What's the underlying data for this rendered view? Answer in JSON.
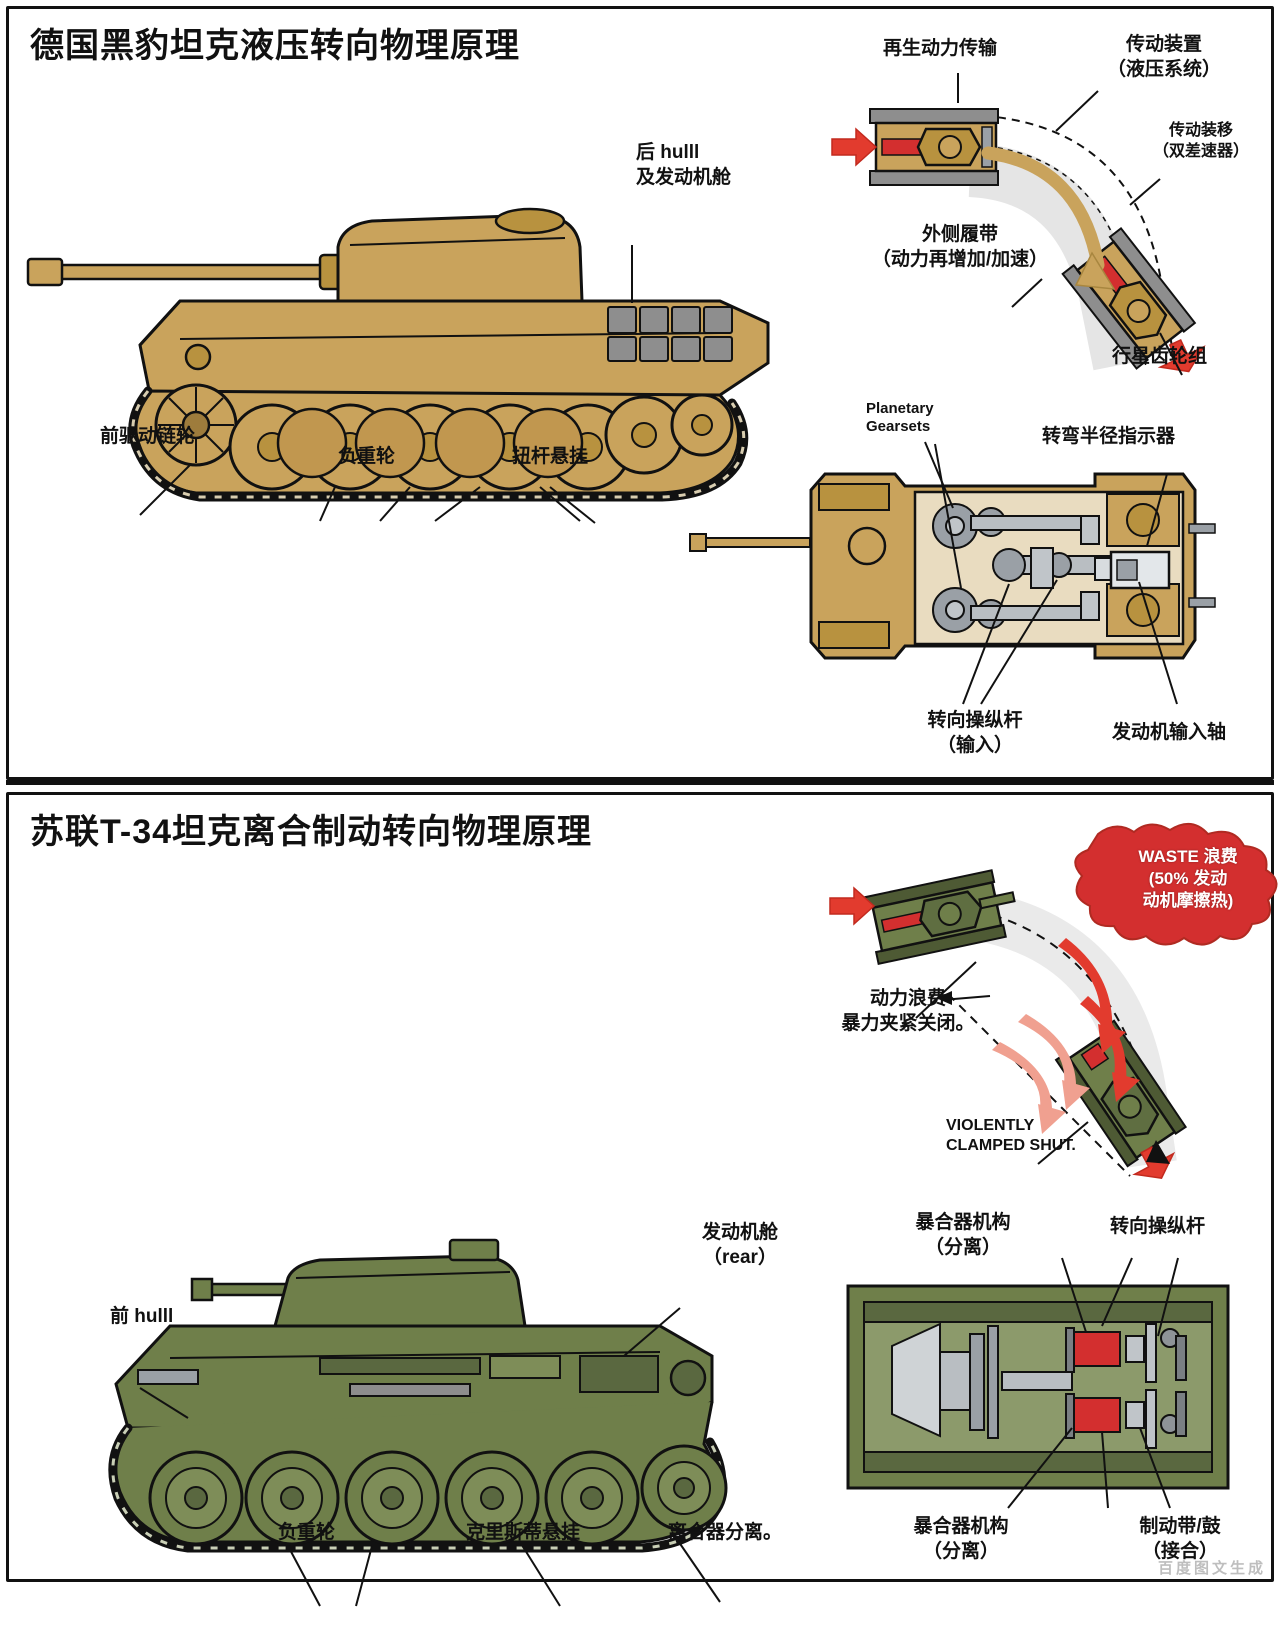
{
  "panels": {
    "top": {
      "title": "德国黑豹坦克液压转向物理原理",
      "side_view_labels": {
        "rear_hull": "后 hulll\n及发动机舱",
        "front_sprocket": "前驱动链轮",
        "road_wheels": "负重轮",
        "torsion_bar": "扭杆悬挂"
      },
      "turn_diagram_labels": {
        "regen_power": "再生动力传输",
        "transmission": "传动装置\n（液压系统）",
        "transfer": "传动装移\n（双差速器）",
        "outer_track": "外侧履带\n（动力再增加/加速）",
        "planetary": "行星齿轮组"
      },
      "topview_labels": {
        "planetary_gearsets": "Planetary\nGearsets",
        "turn_radius_indicator": "转弯半径指示器",
        "steering_levers": "转向操纵杆\n（输入）",
        "engine_input_shaft": "发动机输入轴"
      }
    },
    "bottom": {
      "title": "苏联T-34坦克离合制动转向物理原理",
      "turn_diagram_labels": {
        "power_waste": "动力浪费\n暴力夹紧关闭。",
        "violently_clamped": "VIOLENTLY\nCLAMPED SHUT.",
        "waste_bubble_line1": "WASTE 浪费",
        "waste_bubble_line2": "(50% 发动",
        "waste_bubble_line3": "动机摩擦热)"
      },
      "side_view_labels": {
        "front_hull": "前 hulll",
        "engine_bay": "发动机舱\n（rear）",
        "road_wheels": "负重轮",
        "christie": "克里斯蒂悬挂",
        "clutch_release": "离合器分离。"
      },
      "topview_labels": {
        "clutch_mechanism_top": "暴合器机构\n（分离）",
        "steering_levers": "转向操纵杆",
        "clutch_mechanism_bottom": "暴合器机构\n（分离）",
        "brake_band": "制动带/鼓\n（接合）"
      }
    }
  },
  "watermark": "百度图文生成",
  "colors": {
    "panther_body": "#c9a35c",
    "panther_shadow": "#9e7c3c",
    "t34_body": "#6f7f4a",
    "t34_shadow": "#56623a",
    "outline": "#111111",
    "red_arrow": "#e23b2e",
    "red_part": "#d32f2f",
    "grey_part": "#9aa0a6",
    "bubble": "#d32f2f",
    "pink_arrow": "#f0a090"
  }
}
